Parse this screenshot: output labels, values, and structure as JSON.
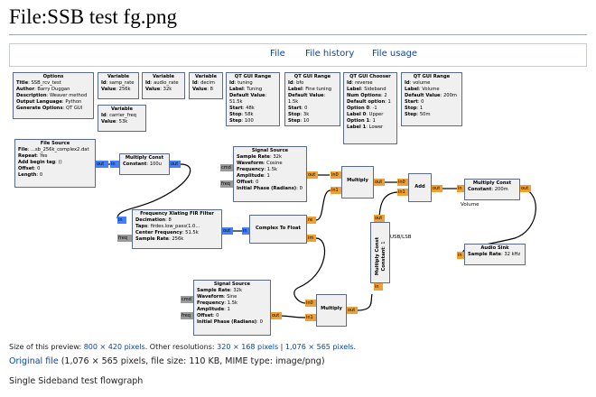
{
  "page": {
    "title": "File:SSB test fg.png",
    "tabs": [
      "File",
      "File history",
      "File usage"
    ]
  },
  "blocks": {
    "options": {
      "title": "Options",
      "rows": [
        [
          "Title",
          "SSB_rcv_test"
        ],
        [
          "Author",
          "Barry Duggan"
        ],
        [
          "Description",
          "Weaver method"
        ],
        [
          "Output Language",
          "Python"
        ],
        [
          "Generate Options",
          "QT GUI"
        ]
      ]
    },
    "var_samp": {
      "title": "Variable",
      "rows": [
        [
          "Id",
          "samp_rate"
        ],
        [
          "Value",
          "256k"
        ]
      ]
    },
    "var_audio": {
      "title": "Variable",
      "rows": [
        [
          "Id",
          "audio_rate"
        ],
        [
          "Value",
          "32k"
        ]
      ]
    },
    "var_decim": {
      "title": "Variable",
      "rows": [
        [
          "Id",
          "decim"
        ],
        [
          "Value",
          "8"
        ]
      ]
    },
    "var_carrier": {
      "title": "Variable",
      "rows": [
        [
          "Id",
          "carrier_freq"
        ],
        [
          "Value",
          "53k"
        ]
      ]
    },
    "qt_tuning": {
      "title": "QT GUI Range",
      "rows": [
        [
          "Id",
          "tuning"
        ],
        [
          "Label",
          "Tuning"
        ],
        [
          "Default Value",
          "51.5k"
        ],
        [
          "Start",
          "48k"
        ],
        [
          "Stop",
          "58k"
        ],
        [
          "Step",
          "100"
        ]
      ]
    },
    "qt_bfo": {
      "title": "QT GUI Range",
      "rows": [
        [
          "Id",
          "bfo"
        ],
        [
          "Label",
          "Fine tuning"
        ],
        [
          "Default Value",
          "1.5k"
        ],
        [
          "Start",
          "0"
        ],
        [
          "Stop",
          "3k"
        ],
        [
          "Step",
          "10"
        ]
      ]
    },
    "qt_chooser": {
      "title": "QT GUI Chooser",
      "rows": [
        [
          "Id",
          "reverse"
        ],
        [
          "Label",
          "Sideband"
        ],
        [
          "Num Options",
          "2"
        ],
        [
          "Default option",
          "1"
        ],
        [
          "Option 0",
          "-1"
        ],
        [
          "Label 0",
          "Upper"
        ],
        [
          "Option 1",
          "1"
        ],
        [
          "Label 1",
          "Lower"
        ]
      ]
    },
    "qt_volume": {
      "title": "QT GUI Range",
      "rows": [
        [
          "Id",
          "volume"
        ],
        [
          "Label",
          "Volume"
        ],
        [
          "Default Value",
          "200m"
        ],
        [
          "Start",
          "0"
        ],
        [
          "Stop",
          "1"
        ],
        [
          "Step",
          "50m"
        ]
      ]
    },
    "file_source": {
      "title": "File Source",
      "rows": [
        [
          "File",
          "...sb_256k_complex2.dat"
        ],
        [
          "Repeat",
          "Yes"
        ],
        [
          "Add begin tag",
          "()"
        ],
        [
          "Offset",
          "0"
        ],
        [
          "Length",
          "0"
        ]
      ]
    },
    "mult_const1": {
      "title": "Multiply Const",
      "rows": [
        [
          "Constant",
          "100u"
        ]
      ]
    },
    "sig_src1": {
      "title": "Signal Source",
      "rows": [
        [
          "Sample Rate",
          "32k"
        ],
        [
          "Waveform",
          "Cosine"
        ],
        [
          "Frequency",
          "1.5k"
        ],
        [
          "Amplitude",
          "1"
        ],
        [
          "Offset",
          "0"
        ],
        [
          "Initial Phase (Radians)",
          "0"
        ]
      ]
    },
    "multiply1": {
      "title": "Multiply"
    },
    "add": {
      "title": "Add"
    },
    "mult_const_vol": {
      "title": "Multiply Const",
      "rows": [
        [
          "Constant",
          "200m"
        ]
      ],
      "label": "Volume"
    },
    "fir": {
      "title": "Frequency Xlating FIR Filter",
      "rows": [
        [
          "Decimation",
          "8"
        ],
        [
          "Taps",
          "firdes.low_pass(1.0..."
        ],
        [
          "Center Frequency",
          "51.5k"
        ],
        [
          "Sample Rate",
          "256k"
        ]
      ]
    },
    "c2f": {
      "title": "Complex To Float"
    },
    "audio_sink": {
      "title": "Audio Sink",
      "rows": [
        [
          "Sample Rate",
          "32 kHz"
        ]
      ]
    },
    "mult_const_usb": {
      "title": "Multiply Const",
      "rows": [
        [
          "Constant",
          "1"
        ]
      ],
      "label": "USB/LSB"
    },
    "sig_src2": {
      "title": "Signal Source",
      "rows": [
        [
          "Sample Rate",
          "32k"
        ],
        [
          "Waveform",
          "Sine"
        ],
        [
          "Frequency",
          "1.5k"
        ],
        [
          "Amplitude",
          "1"
        ],
        [
          "Offset",
          "0"
        ],
        [
          "Initial Phase (Radians)",
          "0"
        ]
      ]
    },
    "multiply2": {
      "title": "Multiply"
    }
  },
  "ports": {
    "out": "out",
    "in": "in",
    "in0": "in0",
    "in1": "in1",
    "re": "re",
    "im": "im",
    "cmd": "cmd",
    "freq": "freq"
  },
  "footer": {
    "size_prefix": "Size of this preview: ",
    "size_link": "800 × 420 pixels",
    "other_res": ". Other resolutions: ",
    "res1": "320 × 168 pixels",
    "sep": " | ",
    "res2": "1,076 × 565 pixels",
    "dot": ".",
    "orig_link": "Original file",
    "orig_info": " (1,076 × 565 pixels, file size: 110 KB, MIME type: image/png)",
    "description": "Single Sideband test flowgraph"
  }
}
